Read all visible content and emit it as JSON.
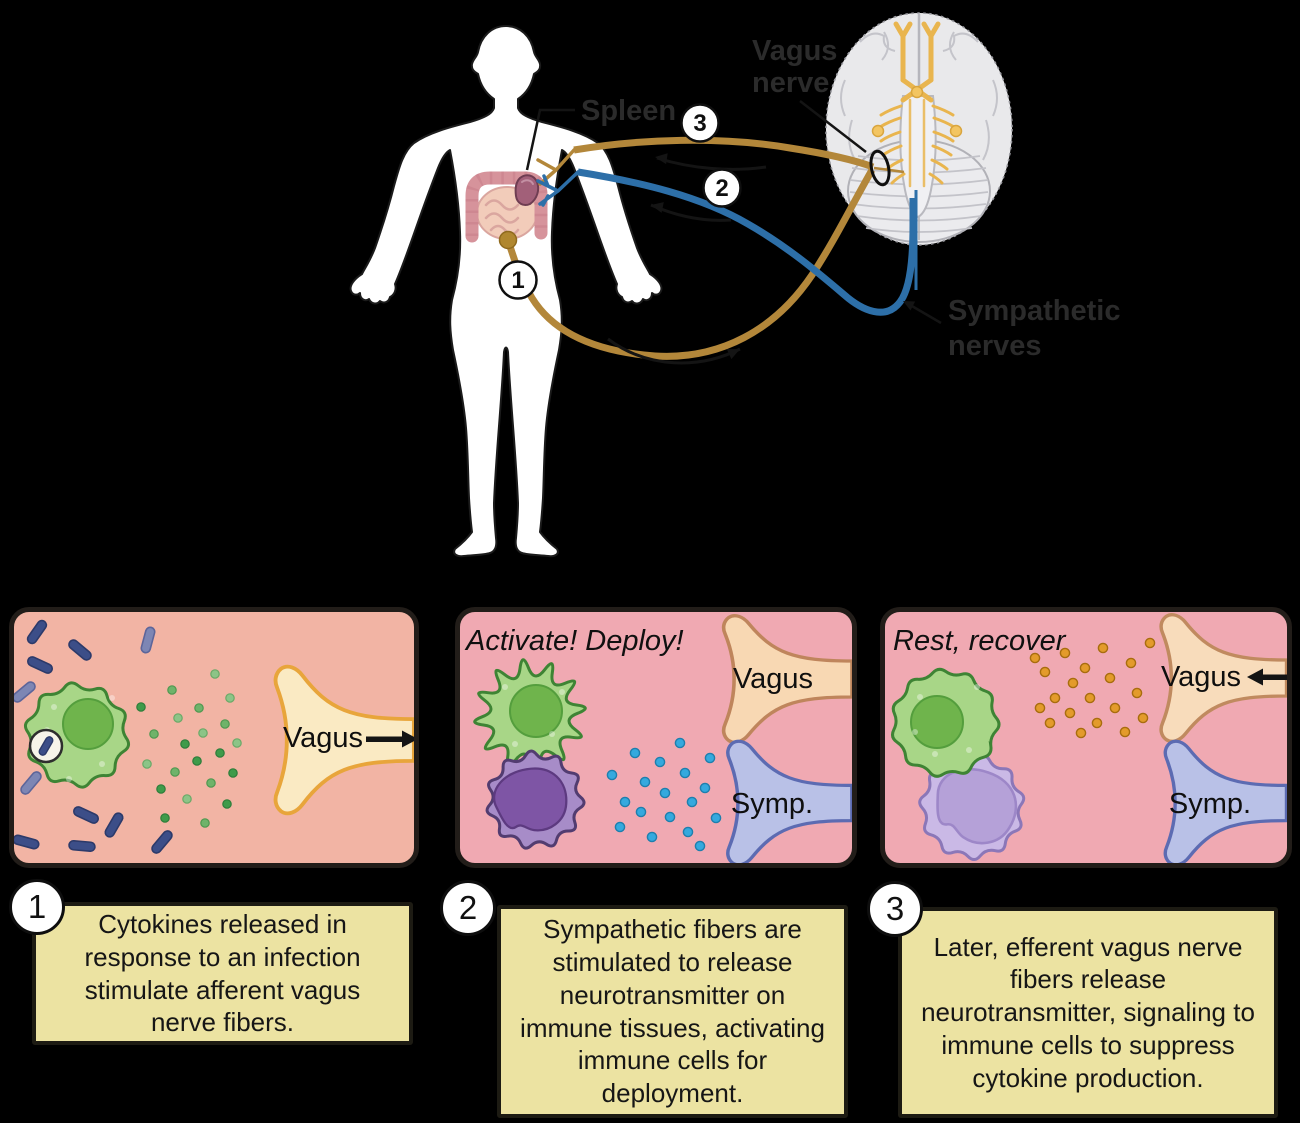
{
  "figure": {
    "top": {
      "labels": {
        "spleen": "Spleen",
        "vagus_nerve": [
          "Vagus",
          "nerve"
        ],
        "sympathetic_nerves": [
          "Sympathetic",
          "nerves"
        ]
      },
      "step_numbers": [
        "1",
        "2",
        "3"
      ]
    },
    "panels": [
      {
        "nerve_labels": {
          "vagus": "Vagus"
        }
      },
      {
        "annotation": "Activate! Deploy!",
        "nerve_labels": {
          "vagus": "Vagus",
          "symp": "Symp."
        }
      },
      {
        "annotation": "Rest, recover",
        "nerve_labels": {
          "vagus": "Vagus",
          "symp": "Symp."
        }
      }
    ],
    "captions": [
      {
        "number": "1",
        "text": "Cytokines released in response to an infection stimulate afferent vagus nerve fibers."
      },
      {
        "number": "2",
        "text": "Sympathetic fibers are stimulated to release neurotransmitter on immune tissues, activating immune cells for deployment."
      },
      {
        "number": "3",
        "text": "Later, efferent vagus nerve fibers release neurotransmitter, signaling to immune cells to suppress cytokine production."
      }
    ],
    "colors": {
      "background": "#000000",
      "panel1_bg": "#f2b4a4",
      "panel23_bg": "#f0a9b2",
      "caption_bg": "#ece3a2",
      "vagus_pathway_tan": "#b3873a",
      "sympathetic_pathway_blue": "#2d6fa8",
      "vagus_terminal_fill": "#faeac3",
      "vagus_terminal_stroke": "#e8a53b",
      "peach_terminal_fill": "#f8d8b3",
      "peach_terminal_stroke": "#bf855c",
      "symp_terminal_fill": "#b9c1e7",
      "symp_terminal_stroke": "#5c6bb2",
      "macrophage_green": "#a8d687",
      "cytokine_green": "#3f9b4a",
      "neurotransmitter_blue": "#35a9de",
      "neurotransmitter_orange": "#e39b2b",
      "bacteria_navy": "#3c4e88",
      "spleen_organ": "#a26079",
      "caption_text": "#161616"
    }
  }
}
